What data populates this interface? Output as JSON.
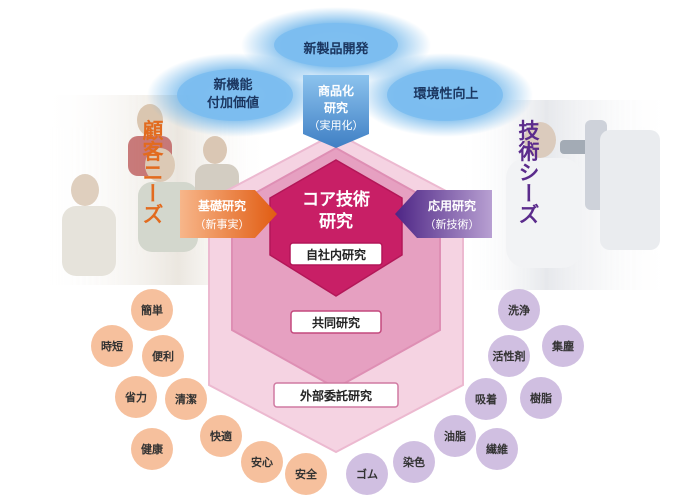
{
  "top": {
    "new_product": "新製品開発",
    "new_function": [
      "新機能",
      "付加価値"
    ],
    "environment": "環境性向上",
    "commercial": [
      "商品化",
      "研究",
      "（実用化）"
    ]
  },
  "sides": {
    "left_vertical": "顧客ニーズ",
    "right_vertical": "技術シーズ",
    "basic_research": [
      "基礎研究",
      "（新事実）"
    ],
    "applied_research": [
      "応用研究",
      "（新技術）"
    ]
  },
  "core": {
    "title": [
      "コア技術",
      "研究"
    ],
    "in_house": "自社内研究",
    "joint": "共同研究",
    "outsourced": "外部委託研究"
  },
  "needs_bubbles": [
    "簡単",
    "時短",
    "便利",
    "省力",
    "清潔",
    "健康",
    "快適",
    "安心",
    "安全"
  ],
  "seeds_bubbles": [
    "洗浄",
    "集塵",
    "活性剤",
    "吸着",
    "樹脂",
    "油脂",
    "染色",
    "繊維",
    "ゴム"
  ],
  "colors": {
    "orange": "#e26b1f",
    "purple": "#5b2b8c",
    "magenta": "#c81f66",
    "needs_bubble": "#f4b58c",
    "seeds_bubble": "#c8b4dc",
    "sky_blue": "#5aa2de"
  }
}
